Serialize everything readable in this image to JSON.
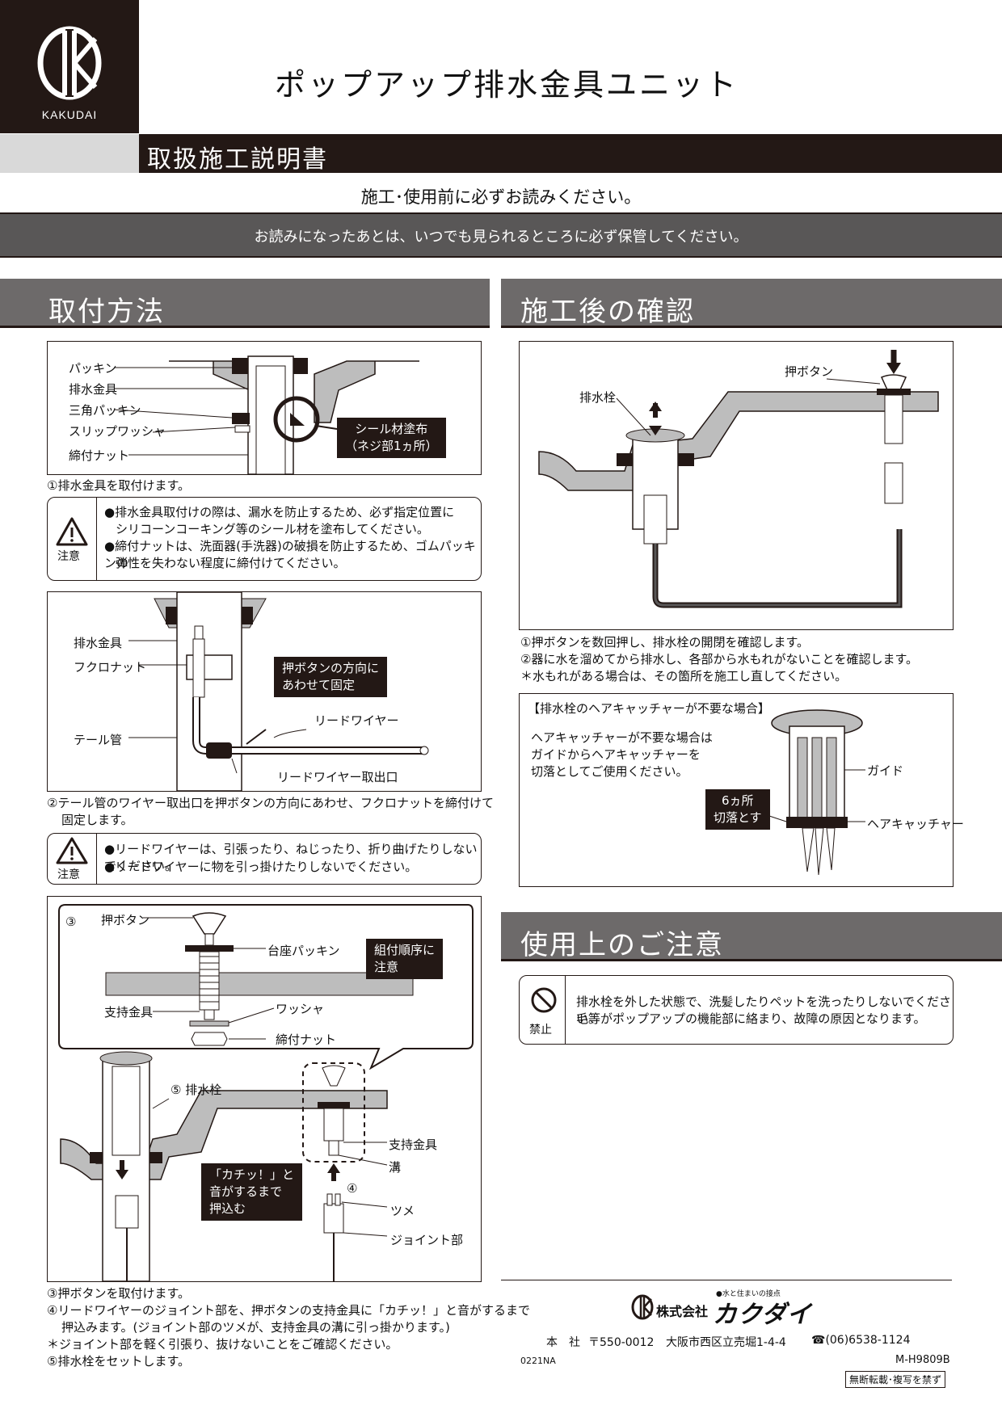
{
  "header": {
    "brand": "KAKUDAI",
    "title": "ポップアップ排水金具ユニット",
    "manual": "取扱施工説明書",
    "preread": "施工･使用前に必ずお読みください。",
    "keep": "お読みになったあとは、いつでも見られるところに必ず保管してください。"
  },
  "left": {
    "section_title": "取付方法",
    "fig1": {
      "labels": [
        "パッキン",
        "排水金具",
        "三角パッキン",
        "スリップワッシャ",
        "締付ナット"
      ],
      "callout_line1": "シール材塗布",
      "callout_line2": "（ネジ部1ヵ所）"
    },
    "step1": "①排水金具を取付けます。",
    "warn1": {
      "label": "注意",
      "line1": "●排水金具取付けの際は、漏水を防止するため、必ず指定位置に",
      "line2": "シリコーンコーキング等のシール材を塗布してください。",
      "line3": "●締付ナットは、洗面器(手洗器)の破損を防止するため、ゴムパッキンの",
      "line4": "弾性を失わない程度に締付けてください。"
    },
    "fig2": {
      "label_drain": "排水金具",
      "label_nut": "フクロナット",
      "label_tail": "テール管",
      "label_wire": "リードワイヤー",
      "label_outlet": "リードワイヤー取出口",
      "callout_line1": "押ボタンの方向に",
      "callout_line2": "あわせて固定"
    },
    "step2_line1": "②テール管のワイヤー取出口を押ボタンの方向にあわせ、フクロナットを締付けて",
    "step2_line2": "固定します。",
    "warn2": {
      "label": "注意",
      "line1": "●リードワイヤーは、引張ったり、ねじったり、折り曲げたりしないでください。",
      "line2": "●リードワイヤーに物を引っ掛けたりしないでください。"
    },
    "fig3": {
      "num3": "③",
      "push_button": "押ボタン",
      "base_packing": "台座パッキン",
      "callout_line1": "組付順序に",
      "callout_line2": "注意",
      "support": "支持金具",
      "washer": "ワッシャ",
      "nut": "締付ナット",
      "plug": "⑤ 排水栓",
      "click_line1": "「カチッ！」と",
      "click_line2": "音がするまで",
      "click_line3": "押込む",
      "support2": "支持金具",
      "groove": "溝",
      "num4": "④",
      "claw": "ツメ",
      "joint": "ジョイント部"
    },
    "step3": "③押ボタンを取付けます。",
    "step4_line1": "④リードワイヤーのジョイント部を、押ボタンの支持金具に「カチッ！」と音がするまで",
    "step4_line2": "押込みます。(ジョイント部のツメが、支持金具の溝に引っ掛かります。)",
    "step4_note": "＊ジョイント部を軽く引張り、抜けないことをご確認ください。",
    "step5": "⑤排水栓をセットします。"
  },
  "right": {
    "section_title": "施工後の確認",
    "fig": {
      "push_button": "押ボタン",
      "plug": "排水栓"
    },
    "check1": "①押ボタンを数回押し、排水栓の開閉を確認します。",
    "check2": "②器に水を溜めてから排水し、各部から水もれがないことを確認します。",
    "check_note": "＊水もれがある場合は、その箇所を施工し直してください。",
    "hair": {
      "title": "【排水栓のヘアキャッチャーが不要な場合】",
      "line1": "ヘアキャッチャーが不要な場合は",
      "line2": "ガイドからヘアキャッチャーを",
      "line3": "切落としてご使用ください。",
      "guide": "ガイド",
      "catcher": "ヘアキャッチャー",
      "cut_line1": "6ヵ所",
      "cut_line2": "切落とす"
    },
    "usage_title": "使用上のご注意",
    "prohibit_label": "禁止",
    "prohibit_line1": "排水栓を外した状態で、洗髪したりペットを洗ったりしないでください。",
    "prohibit_line2": "毛等がポップアップの機能部に絡まり、故障の原因となります。"
  },
  "footer": {
    "slogan": "●水と住まいの接点",
    "company_prefix": "株式会社",
    "company": "カクダイ",
    "hq": "本　社",
    "postal": "〒550-0012",
    "address": "大阪市西区立売堀1-4-4",
    "phone": "☎(06)6538-1124",
    "code_left": "0221NA",
    "code_right": "M-H9809B",
    "notice": "無断転載･複写を禁ず"
  }
}
